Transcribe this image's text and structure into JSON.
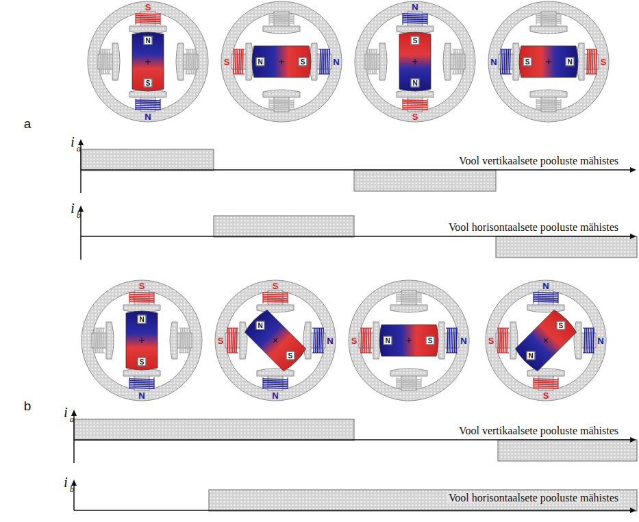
{
  "diagram": {
    "labels": [
      "a",
      "S",
      "N",
      "N",
      "S",
      "S",
      "N",
      "N",
      "S",
      "N",
      "S",
      "N",
      "S",
      "N",
      "S",
      "N",
      "S",
      "i",
      "a",
      "Vool vertikaalsete pooluste mähistes",
      "i",
      "b",
      "Vool horisontaalsete pooluste mähistes",
      "b",
      "S",
      "N",
      "N",
      "S",
      "S",
      "S",
      "N",
      "N",
      "N",
      "S",
      "S",
      "N",
      "N",
      "S",
      "N",
      "S",
      "N",
      "S",
      "N",
      "S",
      "i",
      "a",
      "Vool vertikaalsete pooluste mähistes",
      "i",
      "b",
      "Vool horisontaalsete pooluste mähistes"
    ]
  }
}
